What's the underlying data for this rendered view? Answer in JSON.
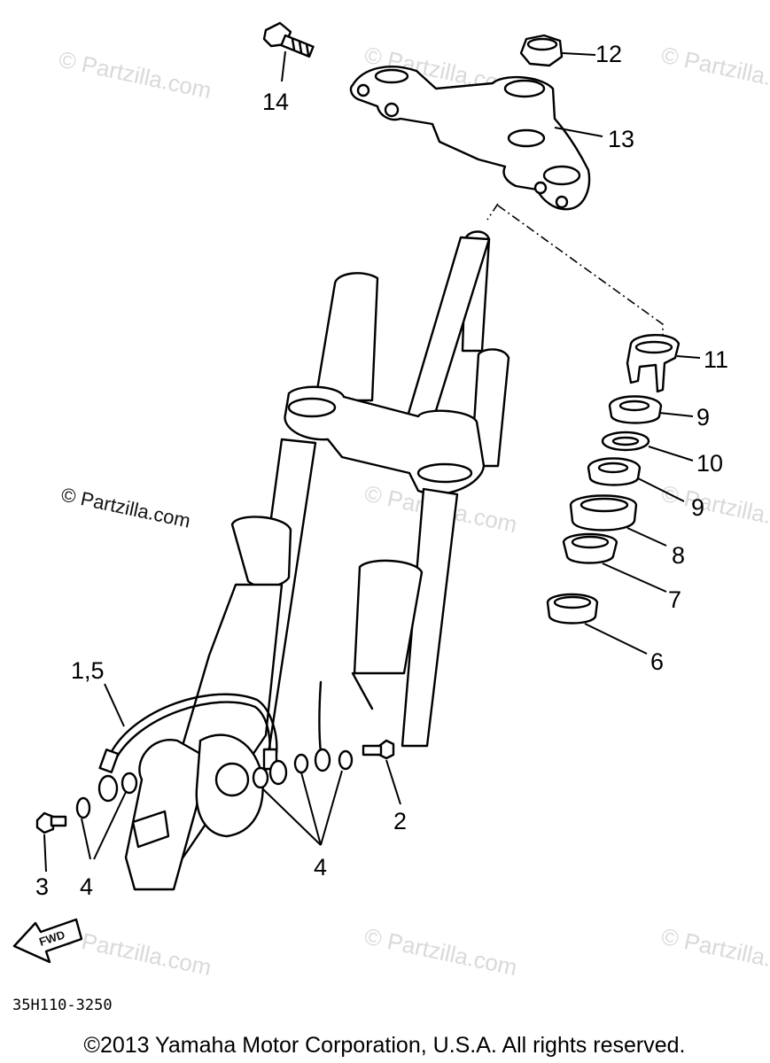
{
  "watermarks": [
    "© Partzilla.com",
    "© Partzilla.com",
    "© Partzilla.com",
    "© Partzilla.com",
    "© Partzilla.com",
    "© Partzilla.com",
    "© Partzilla.com",
    "© Partzilla.com"
  ],
  "watermark_visible": "© Partzilla.com",
  "callouts": {
    "c14": "14",
    "c12": "12",
    "c13": "13",
    "c11": "11",
    "c9a": "9",
    "c10": "10",
    "c9b": "9",
    "c8": "8",
    "c7": "7",
    "c6": "6",
    "c15": "1,5",
    "c2": "2",
    "c3": "3",
    "c4a": "4",
    "c4b": "4"
  },
  "fwd_label": "FWD",
  "diagram_code": "35H110-3250",
  "copyright": "©2013 Yamaha Motor Corporation, U.S.A. All rights reserved."
}
